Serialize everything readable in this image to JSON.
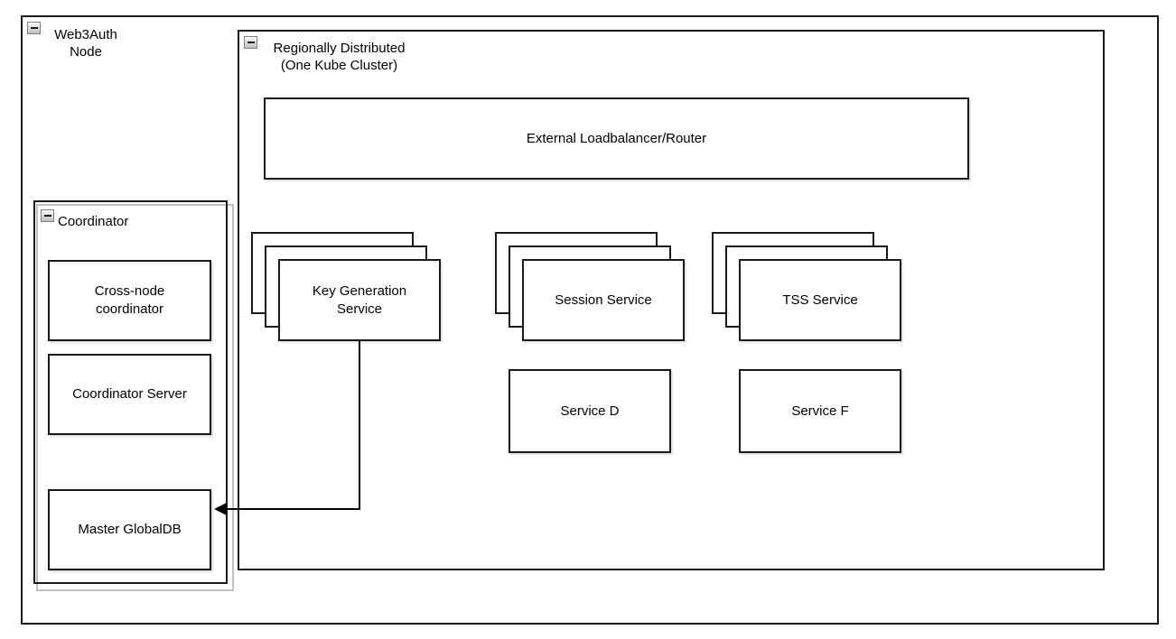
{
  "background": "#ffffff",
  "colors": {
    "border": "#1a1a1a",
    "fill": "#ffffff",
    "shadow": "rgba(0,0,0,0.15)",
    "collapse_button_bg": "#d9d9d9"
  },
  "containers": {
    "web3auth": {
      "lines": [
        "Web3Auth",
        "Node"
      ],
      "collapse_icon": "minus-icon"
    },
    "regional": {
      "lines": [
        "Regionally Distributed",
        "(One Kube Cluster)"
      ],
      "collapse_icon": "minus-icon"
    },
    "coordinator": {
      "label": "Coordinator",
      "collapse_icon": "minus-icon"
    }
  },
  "nodes": {
    "elb": {
      "label": "External Loadbalancer/Router"
    },
    "kgs": {
      "lines": [
        "Key Generation",
        "Service"
      ],
      "replicas": 3
    },
    "session": {
      "label": "Session Service",
      "replicas": 3
    },
    "tss": {
      "label": "TSS Service",
      "replicas": 3
    },
    "service_d": {
      "label": "Service D"
    },
    "service_f": {
      "label": "Service F"
    },
    "cross_node": {
      "lines": [
        "Cross-node",
        "coordinator"
      ]
    },
    "coord_server": {
      "label": "Coordinator Server"
    },
    "master_db": {
      "label": "Master GlobalDB"
    }
  },
  "edges": [
    {
      "from": "Key Generation Service",
      "to": "Master GlobalDB",
      "style": "orthogonal",
      "arrowhead": "filled-left"
    }
  ]
}
